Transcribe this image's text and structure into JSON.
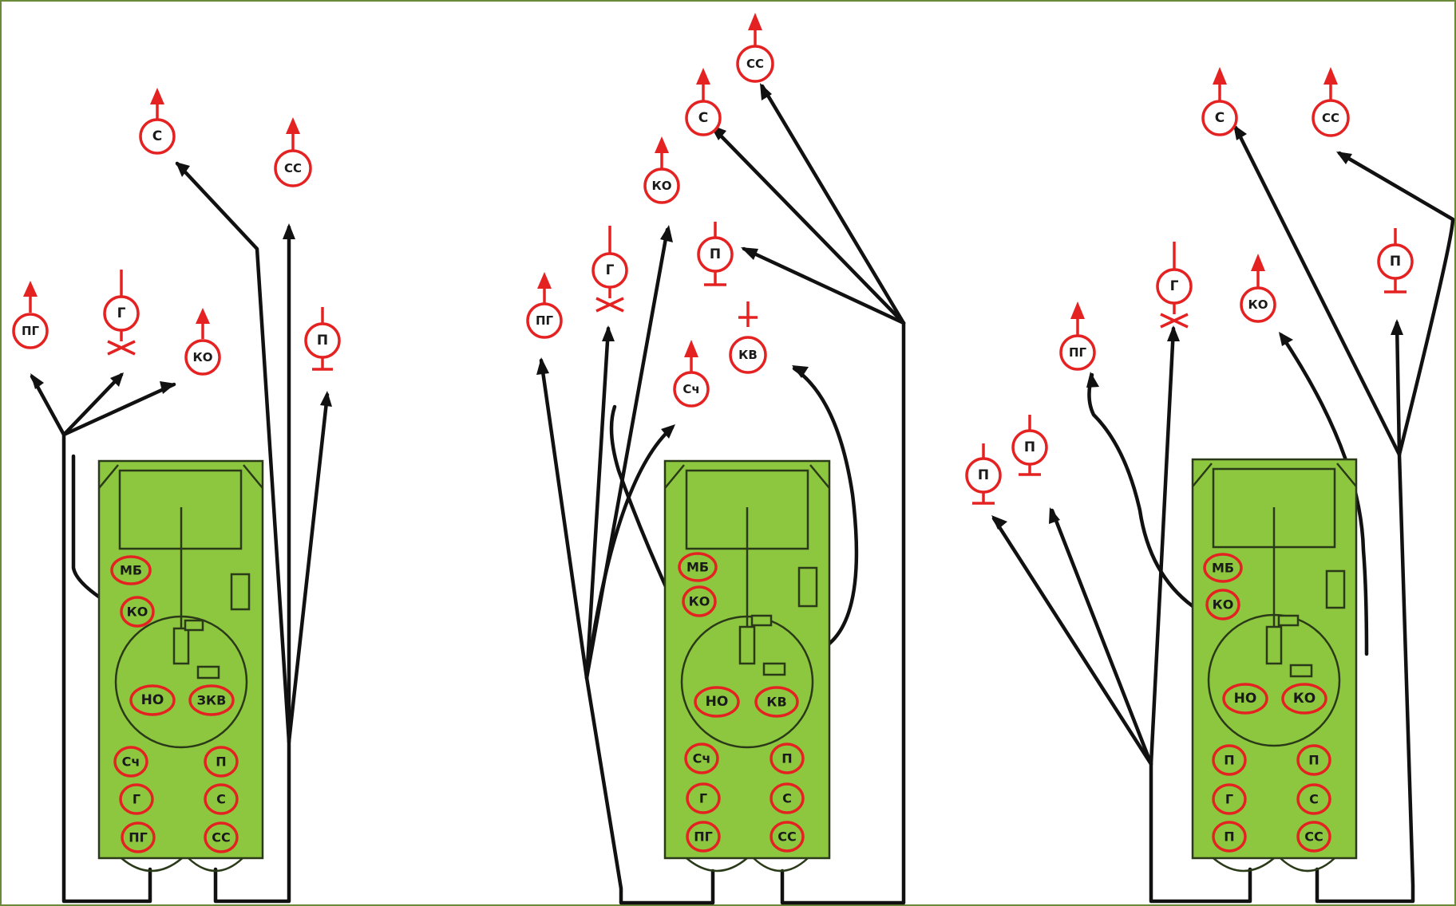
{
  "colors": {
    "panel": "#8dc63f",
    "ring": "#e52222",
    "wire": "#111111"
  },
  "boards": [
    {
      "id": "left",
      "socket_labels": [
        "МБ",
        "КО",
        "НО",
        "ЗКВ",
        "Сч",
        "Г",
        "ПГ",
        "П",
        "С",
        "СС"
      ],
      "symbol_labels": [
        "ПГ",
        "Г",
        "КО",
        "С",
        "СС",
        "П"
      ]
    },
    {
      "id": "middle",
      "socket_labels": [
        "МБ",
        "КО",
        "НО",
        "КВ",
        "Сч",
        "Г",
        "ПГ",
        "П",
        "С",
        "СС"
      ],
      "symbol_labels": [
        "ПГ",
        "Г",
        "КО",
        "С",
        "СС",
        "П",
        "Сч",
        "КВ"
      ]
    },
    {
      "id": "right",
      "socket_labels": [
        "МБ",
        "КО",
        "НО",
        "КО",
        "П",
        "Г",
        "П",
        "П",
        "С",
        "СС"
      ],
      "symbol_labels": [
        "П",
        "П",
        "ПГ",
        "Г",
        "КО",
        "С",
        "СС",
        "П"
      ]
    }
  ]
}
